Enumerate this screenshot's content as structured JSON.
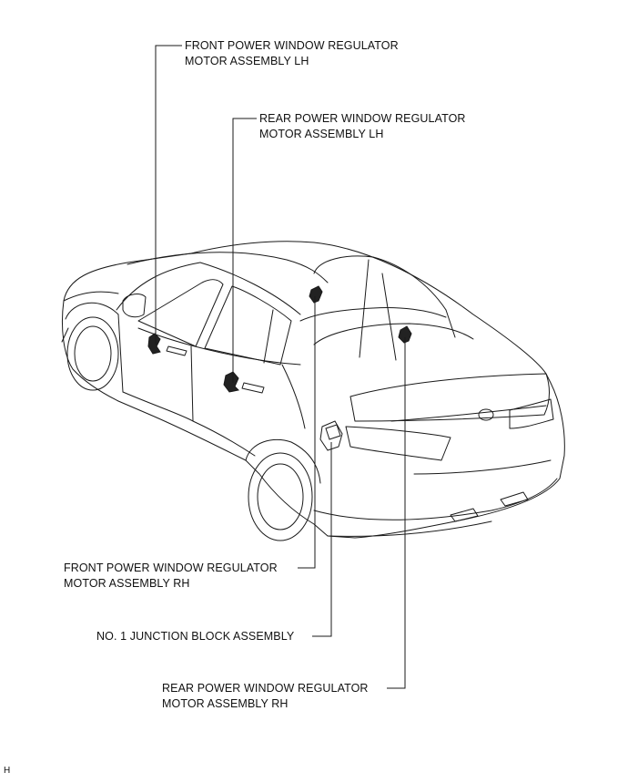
{
  "labels": {
    "front_lh": [
      "FRONT POWER WINDOW REGULATOR",
      "MOTOR ASSEMBLY LH"
    ],
    "rear_lh": [
      "REAR POWER WINDOW REGULATOR",
      "MOTOR ASSEMBLY LH"
    ],
    "front_rh": [
      "FRONT POWER WINDOW REGULATOR",
      "MOTOR ASSEMBLY RH"
    ],
    "junction_block": "NO. 1 JUNCTION BLOCK ASSEMBLY",
    "rear_rh": [
      "REAR POWER WINDOW REGULATOR",
      "MOTOR ASSEMBLY RH"
    ]
  },
  "corner_mark": "H",
  "colors": {
    "line": "#1a1a1a",
    "text": "#111111",
    "background": "#ffffff"
  }
}
